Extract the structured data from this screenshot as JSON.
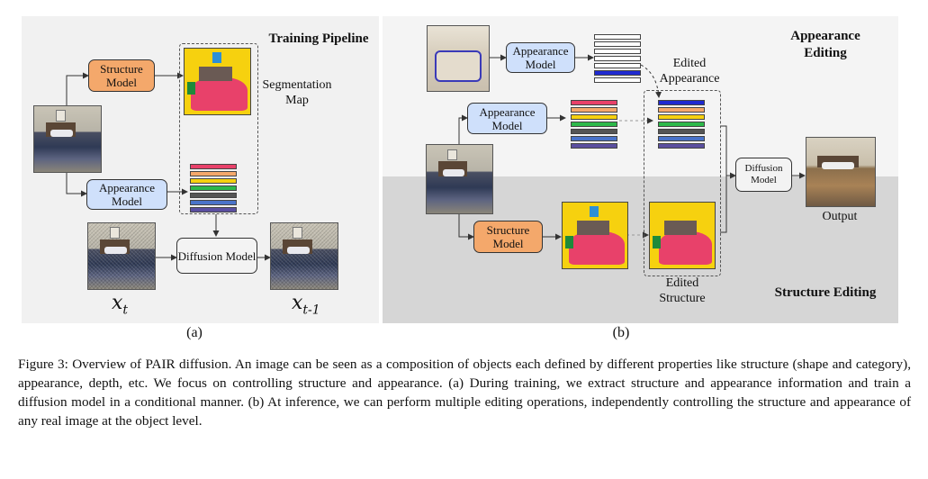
{
  "panel_a": {
    "title": "Training Pipeline",
    "structure_model": "Structure Model",
    "appearance_model": "Appearance Model",
    "diffusion_model": "Diffusion Model",
    "segmentation_map": "Segmentation Map",
    "x_t": "x",
    "x_t_sub": "t",
    "x_t1_sub": "t-1",
    "label": "(a)"
  },
  "panel_b": {
    "appearance_editing": "Appearance Editing",
    "structure_editing": "Structure Editing",
    "appearance_model_top": "Appearance Model",
    "appearance_model_mid": "Appearance Model",
    "structure_model": "Structure Model",
    "diffusion_model": "Diffusion Model",
    "edited_appearance": "Edited Appearance",
    "edited_structure": "Edited Structure",
    "output": "Output",
    "label": "(b)"
  },
  "colors": {
    "structure_box": "#f4a86b",
    "appearance_box": "#cfe0fb",
    "bars": [
      "#e8416a",
      "#f4a86b",
      "#f6d10f",
      "#2db84a",
      "#555555",
      "#4a73c9",
      "#5b4fa0"
    ]
  },
  "caption": "Figure 3: Overview of PAIR diffusion. An image can be seen as a composition of objects each defined by different properties like structure (shape and category), appearance, depth, etc. We focus on controlling structure and appearance. (a) During training, we extract structure and appearance information and train a diffusion model in a conditional manner. (b) At inference, we can perform multiple editing operations, independently controlling the structure and appearance of any real image at the object level."
}
